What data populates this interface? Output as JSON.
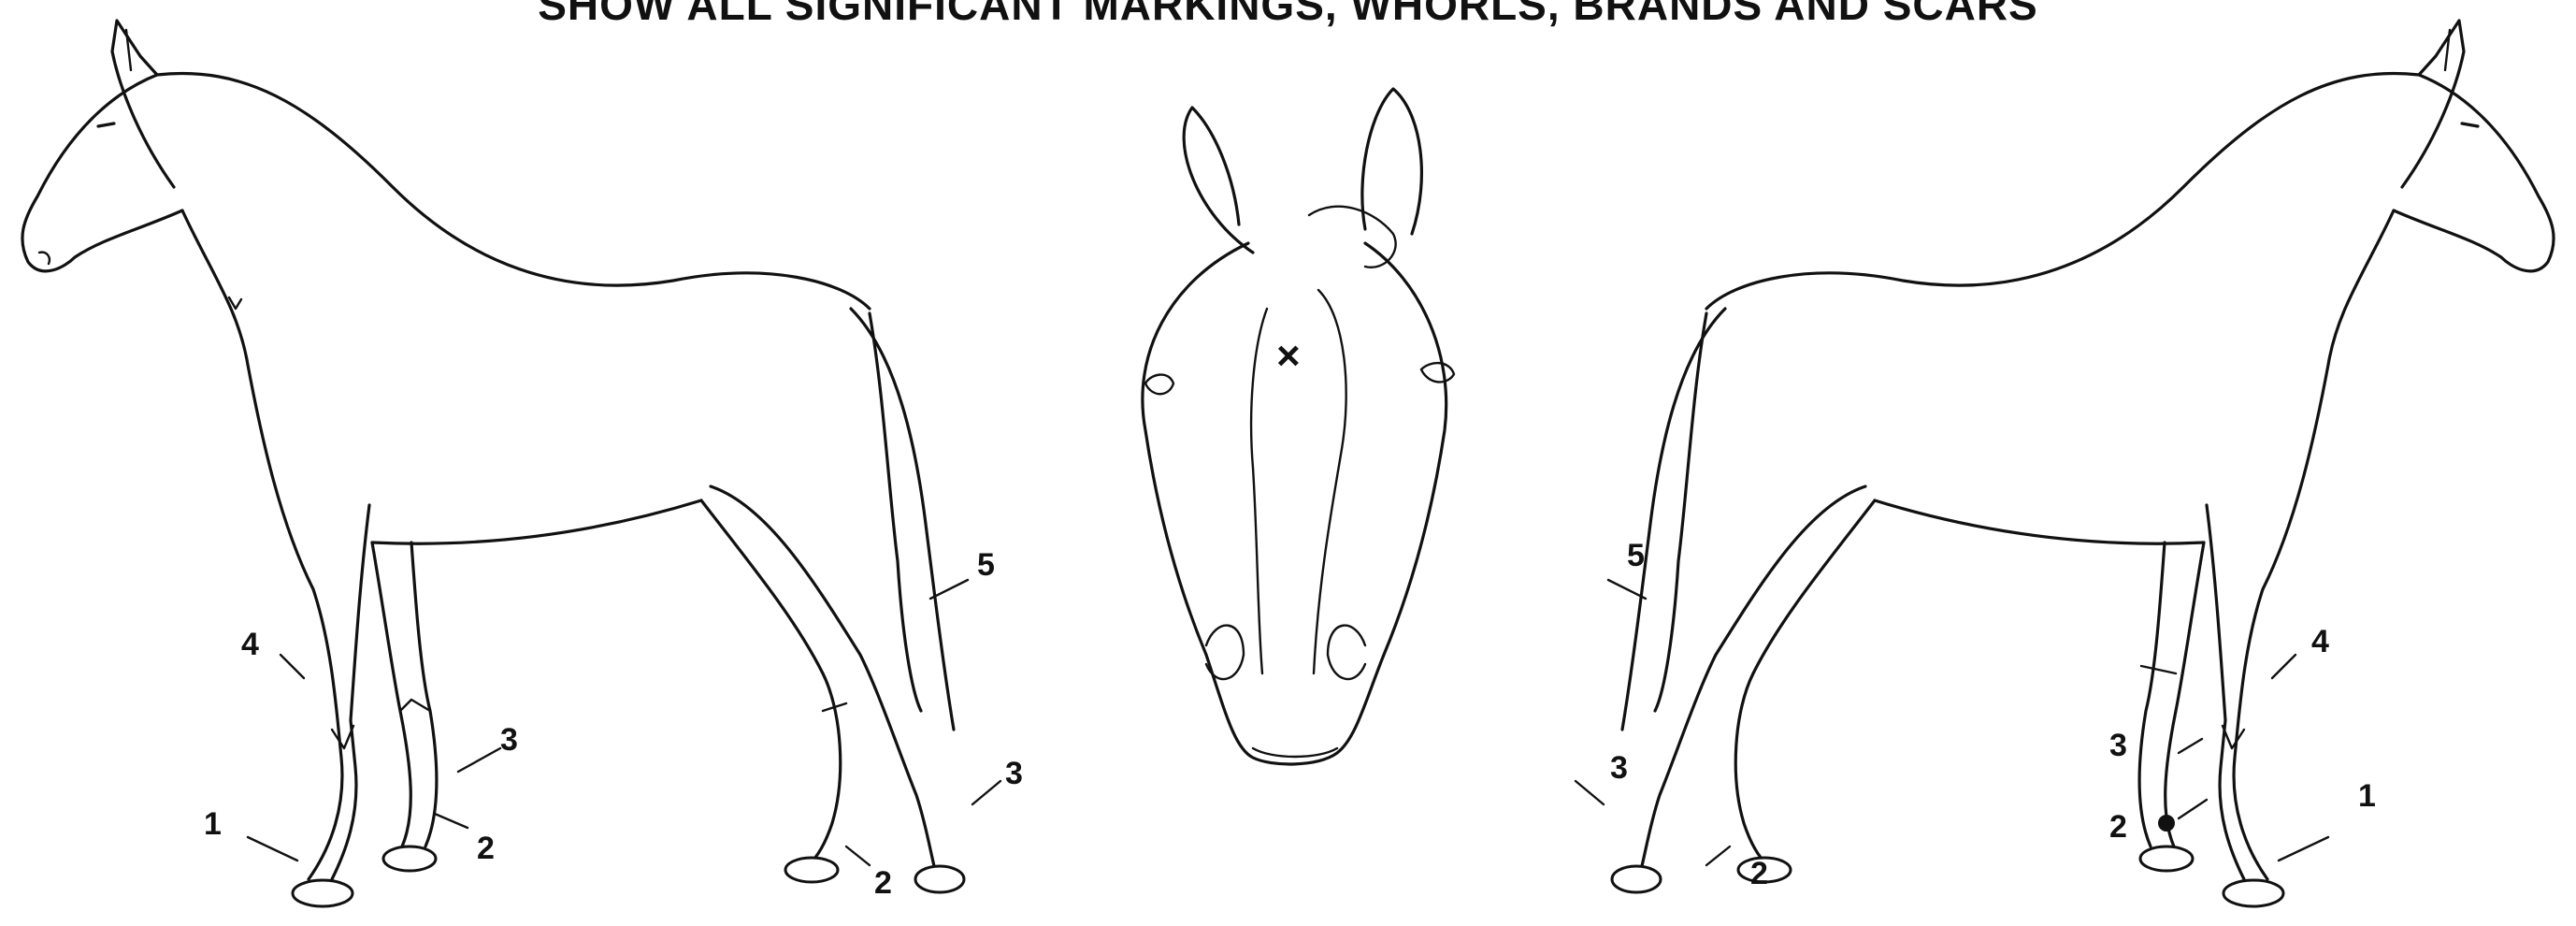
{
  "heading": "SHOW ALL SIGNIFICANT MARKINGS, WHORLS, BRANDS AND SCARS",
  "left_horse_labels": [
    "1",
    "2",
    "3",
    "4",
    "2",
    "3",
    "5"
  ],
  "head_marks": [
    "×"
  ],
  "right_horse_labels": [
    "5",
    "3",
    "2",
    "3",
    "2",
    "4",
    "1"
  ]
}
